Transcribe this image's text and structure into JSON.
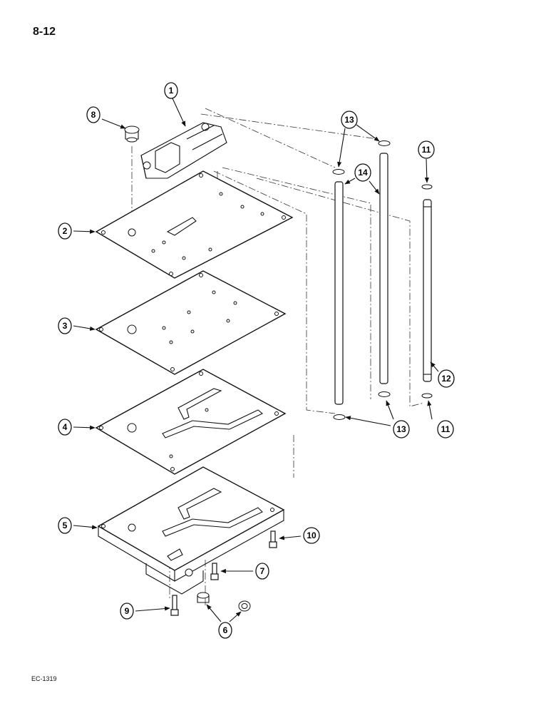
{
  "page": {
    "number": "8-12",
    "footer_code": "EC-1319"
  },
  "callouts": [
    {
      "id": "c1",
      "label": "1"
    },
    {
      "id": "c2",
      "label": "2"
    },
    {
      "id": "c3",
      "label": "3"
    },
    {
      "id": "c4",
      "label": "4"
    },
    {
      "id": "c5",
      "label": "5"
    },
    {
      "id": "c6",
      "label": "6"
    },
    {
      "id": "c7",
      "label": "7"
    },
    {
      "id": "c8",
      "label": "8"
    },
    {
      "id": "c9",
      "label": "9"
    },
    {
      "id": "c10",
      "label": "10"
    },
    {
      "id": "c11a",
      "label": "11"
    },
    {
      "id": "c11b",
      "label": "11"
    },
    {
      "id": "c12",
      "label": "12"
    },
    {
      "id": "c13a",
      "label": "13"
    },
    {
      "id": "c13b",
      "label": "13"
    },
    {
      "id": "c14",
      "label": "14"
    }
  ]
}
